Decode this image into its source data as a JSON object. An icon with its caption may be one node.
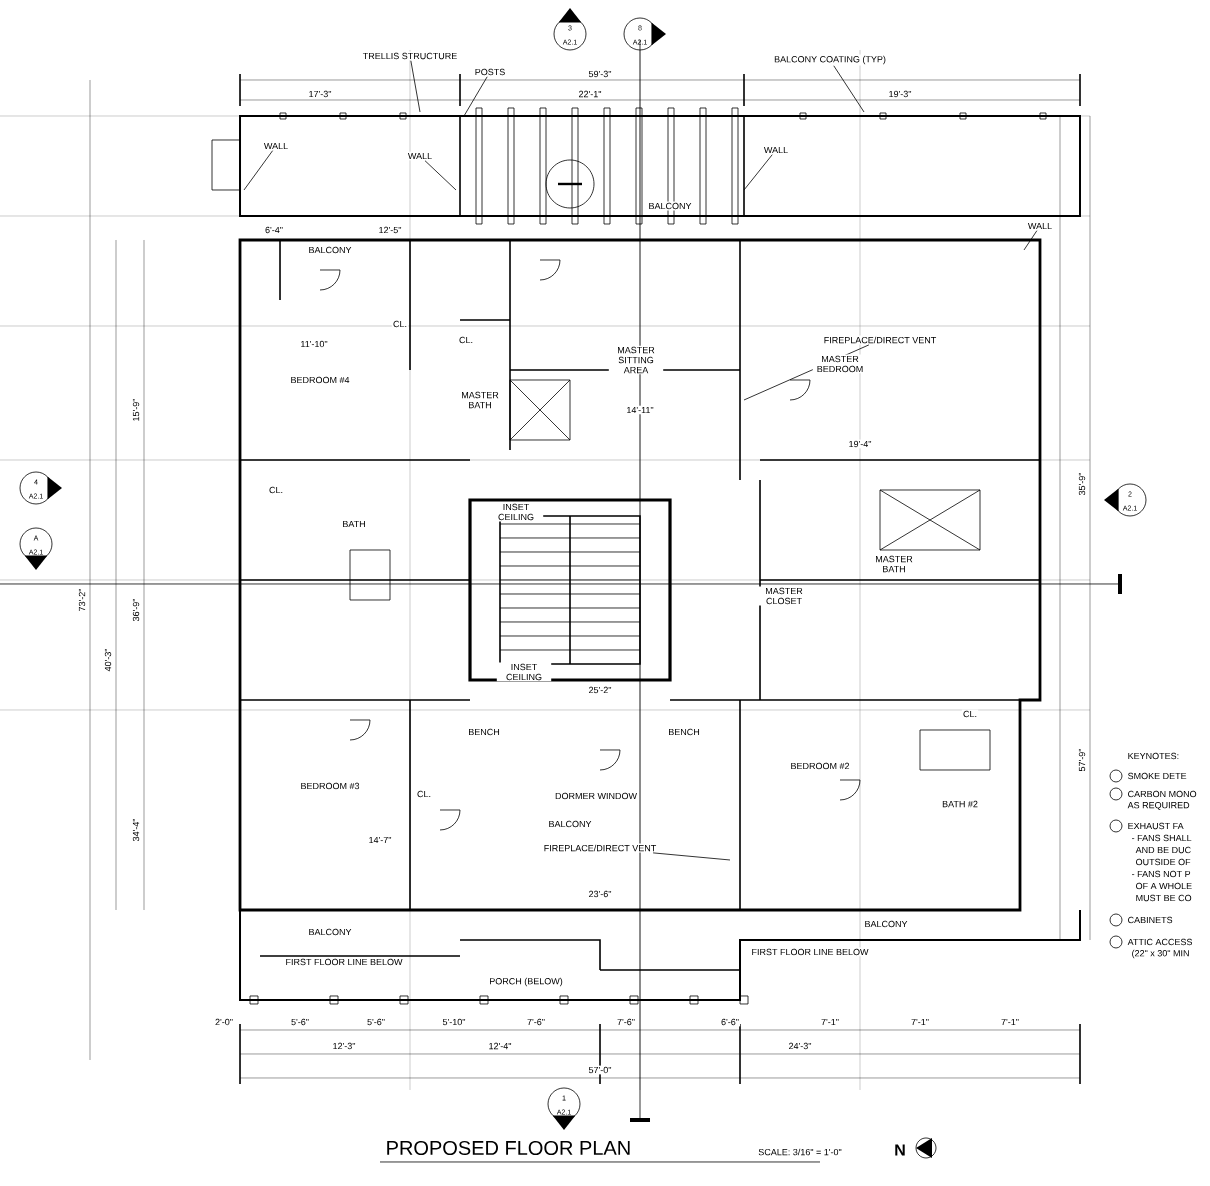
{
  "diagram": {
    "title": "PROPOSED FLOOR PLAN",
    "nodes": [
      {
        "text": [
          "TRELLIS STRUCTURE"
        ]
      },
      {
        "text": [
          "POSTS"
        ]
      },
      {
        "text": [
          "BALCONY COATING (TYP)"
        ]
      },
      {
        "text": [
          "WALL"
        ]
      },
      {
        "text": [
          "WALL"
        ]
      },
      {
        "text": [
          "WALL"
        ]
      },
      {
        "text": [
          "WALL"
        ]
      },
      {
        "text": [
          "FIREPLACE/DIRECT VENT"
        ]
      },
      {
        "text": [
          "FIREPLACE/DIRECT VENT"
        ]
      }
    ],
    "edges": [
      {
        "from": 0,
        "to": null,
        "arrow": "none"
      },
      {
        "from": 1,
        "to": null,
        "arrow": "none"
      },
      {
        "from": 2,
        "to": null,
        "arrow": "none"
      },
      {
        "from": 3,
        "to": null,
        "arrow": "none"
      },
      {
        "from": 4,
        "to": null,
        "arrow": "none"
      },
      {
        "from": 5,
        "to": null,
        "arrow": "none"
      },
      {
        "from": 6,
        "to": null,
        "arrow": "none"
      },
      {
        "from": 7,
        "to": null,
        "arrow": "none"
      },
      {
        "from": 8,
        "to": null,
        "arrow": "none"
      }
    ],
    "labels": [
      "59'-3\"",
      "17'-3\"",
      "22'-1\"",
      "19'-3\"",
      "BALCONY",
      "BALCONY",
      "6'-4\"",
      "12'-5\"",
      "BEDROOM #4",
      "CL.",
      "CL.",
      "CL.",
      "MASTER SITTING AREA",
      "MASTER BEDROOM",
      "MASTER BATH",
      "MASTER BATH",
      "MASTER CLOSET",
      "BATH",
      "BEDROOM #3",
      "CL.",
      "BATH #2",
      "CL.",
      "BEDROOM #2",
      "INSET CEILING",
      "INSET CEILING",
      "BENCH",
      "BENCH",
      "DORMER WINDOW",
      "BALCONY",
      "BALCONY",
      "BALCONY",
      "FIRST FLOOR LINE BELOW",
      "FIRST FLOOR LINE BELOW",
      "PORCH (BELOW)",
      "11'-10\"",
      "14'-11\"",
      "19'-4\"",
      "25'-2\"",
      "14'-7\"",
      "23'-6\"",
      "2'-0\"",
      "5'-6\"",
      "5'-6\"",
      "5'-10\"",
      "7'-6\"",
      "7'-6\"",
      "6'-6\"",
      "7'-1\"",
      "7'-1\"",
      "7'-1\"",
      "12'-3\"",
      "12'-4\"",
      "24'-3\"",
      "57'-0\"",
      "73'-2\"",
      "40'-3\"",
      "36'-9\"",
      "34'-4\"",
      "15'-9\"",
      "35'-9\"",
      "57'-9\"",
      "KEYNOTES:",
      "SMOKE DETE",
      "CARBON MONO",
      "AS REQUIRED",
      "EXHAUST FA",
      "- FANS SHALL",
      "AND BE DUC",
      "OUTSIDE OF",
      "- FANS NOT P",
      "OF A WHOLE",
      "MUST BE CO",
      "CABINETS",
      "ATTIC ACCESS",
      "(22\" x 30\" MIN",
      "SCALE: 3/16\" = 1'-0\"",
      "N",
      "3",
      "A2.1",
      "8",
      "A2.1",
      "4",
      "A2.1",
      "A",
      "A2.1",
      "2",
      "A2.1",
      "1",
      "A2.1"
    ]
  }
}
